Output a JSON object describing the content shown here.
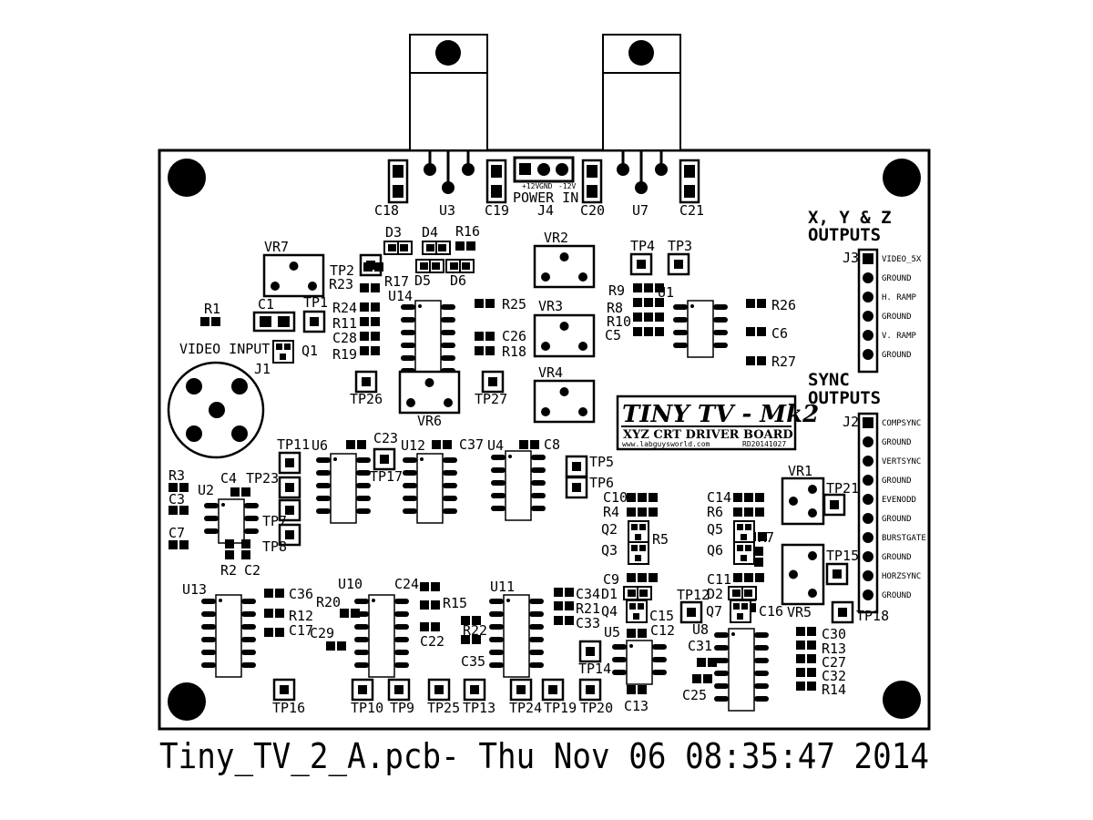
{
  "title": "Tiny_TV_2_A.pcb- Thu Nov 06 08:35:47 2014",
  "board": {
    "name": "TINY TV - Mk2",
    "subtitle": "XYZ CRT DRIVER BOARD",
    "url": "www.labguysworld.com",
    "code": "RD20141027"
  },
  "connectors": {
    "power_label": "POWER IN",
    "power_pins": [
      "+12V",
      "GND",
      "-12V"
    ],
    "video_input_label": "VIDEO INPUT",
    "xyz_title": [
      "X, Y & Z",
      "OUTPUTS"
    ],
    "xyz_pins": [
      "VIDEO_5X",
      "GROUND",
      "H. RAMP",
      "GROUND",
      "V. RAMP",
      "GROUND"
    ],
    "sync_title": [
      "SYNC",
      "OUTPUTS"
    ],
    "sync_pins": [
      "COMPSYNC",
      "GROUND",
      "VERTSYNC",
      "GROUND",
      "EVENODD",
      "GROUND",
      "BURSTGATE",
      "GROUND",
      "HORZSYNC",
      "GROUND"
    ]
  },
  "ics": [
    "U1",
    "U2",
    "U4",
    "U5",
    "U6",
    "U8",
    "U10",
    "U11",
    "U12",
    "U13",
    "U14"
  ],
  "regulators": [
    "U3",
    "U7"
  ],
  "trimpots": [
    "VR1",
    "VR2",
    "VR3",
    "VR4",
    "VR5",
    "VR6",
    "VR7"
  ],
  "jacks": [
    "J1",
    "J2",
    "J3",
    "J4"
  ],
  "part_labels": {
    "resistors": [
      "R1",
      "R2",
      "R3",
      "R4",
      "R5",
      "R6",
      "R7",
      "R8",
      "R9",
      "R10",
      "R11",
      "R12",
      "R13",
      "R14",
      "R15",
      "R16",
      "R17",
      "R18",
      "R19",
      "R20",
      "R21",
      "R22",
      "R23",
      "R24",
      "R25",
      "R26",
      "R27"
    ],
    "capacitors": [
      "C1",
      "C2",
      "C3",
      "C4",
      "C5",
      "C6",
      "C7",
      "C8",
      "C9",
      "C10",
      "C11",
      "C12",
      "C13",
      "C14",
      "C15",
      "C16",
      "C17",
      "C18",
      "C19",
      "C20",
      "C21",
      "C22",
      "C23",
      "C24",
      "C25",
      "C26",
      "C27",
      "C28",
      "C29",
      "C30",
      "C31",
      "C32",
      "C33",
      "C34",
      "C35",
      "C36",
      "C37"
    ],
    "transistors": [
      "Q1",
      "Q2",
      "Q3",
      "Q4",
      "Q5",
      "Q6",
      "Q7"
    ],
    "diodes": [
      "D1",
      "D2",
      "D3",
      "D4",
      "D5",
      "D6"
    ],
    "test_points": [
      "TP1",
      "TP2",
      "TP3",
      "TP4",
      "TP5",
      "TP6",
      "TP7",
      "TP8",
      "TP9",
      "TP10",
      "TP11",
      "TP12",
      "TP13",
      "TP14",
      "TP15",
      "TP16",
      "TP17",
      "TP18",
      "TP19",
      "TP20",
      "TP21",
      "TP23",
      "TP24",
      "TP25",
      "TP26",
      "TP27"
    ]
  }
}
